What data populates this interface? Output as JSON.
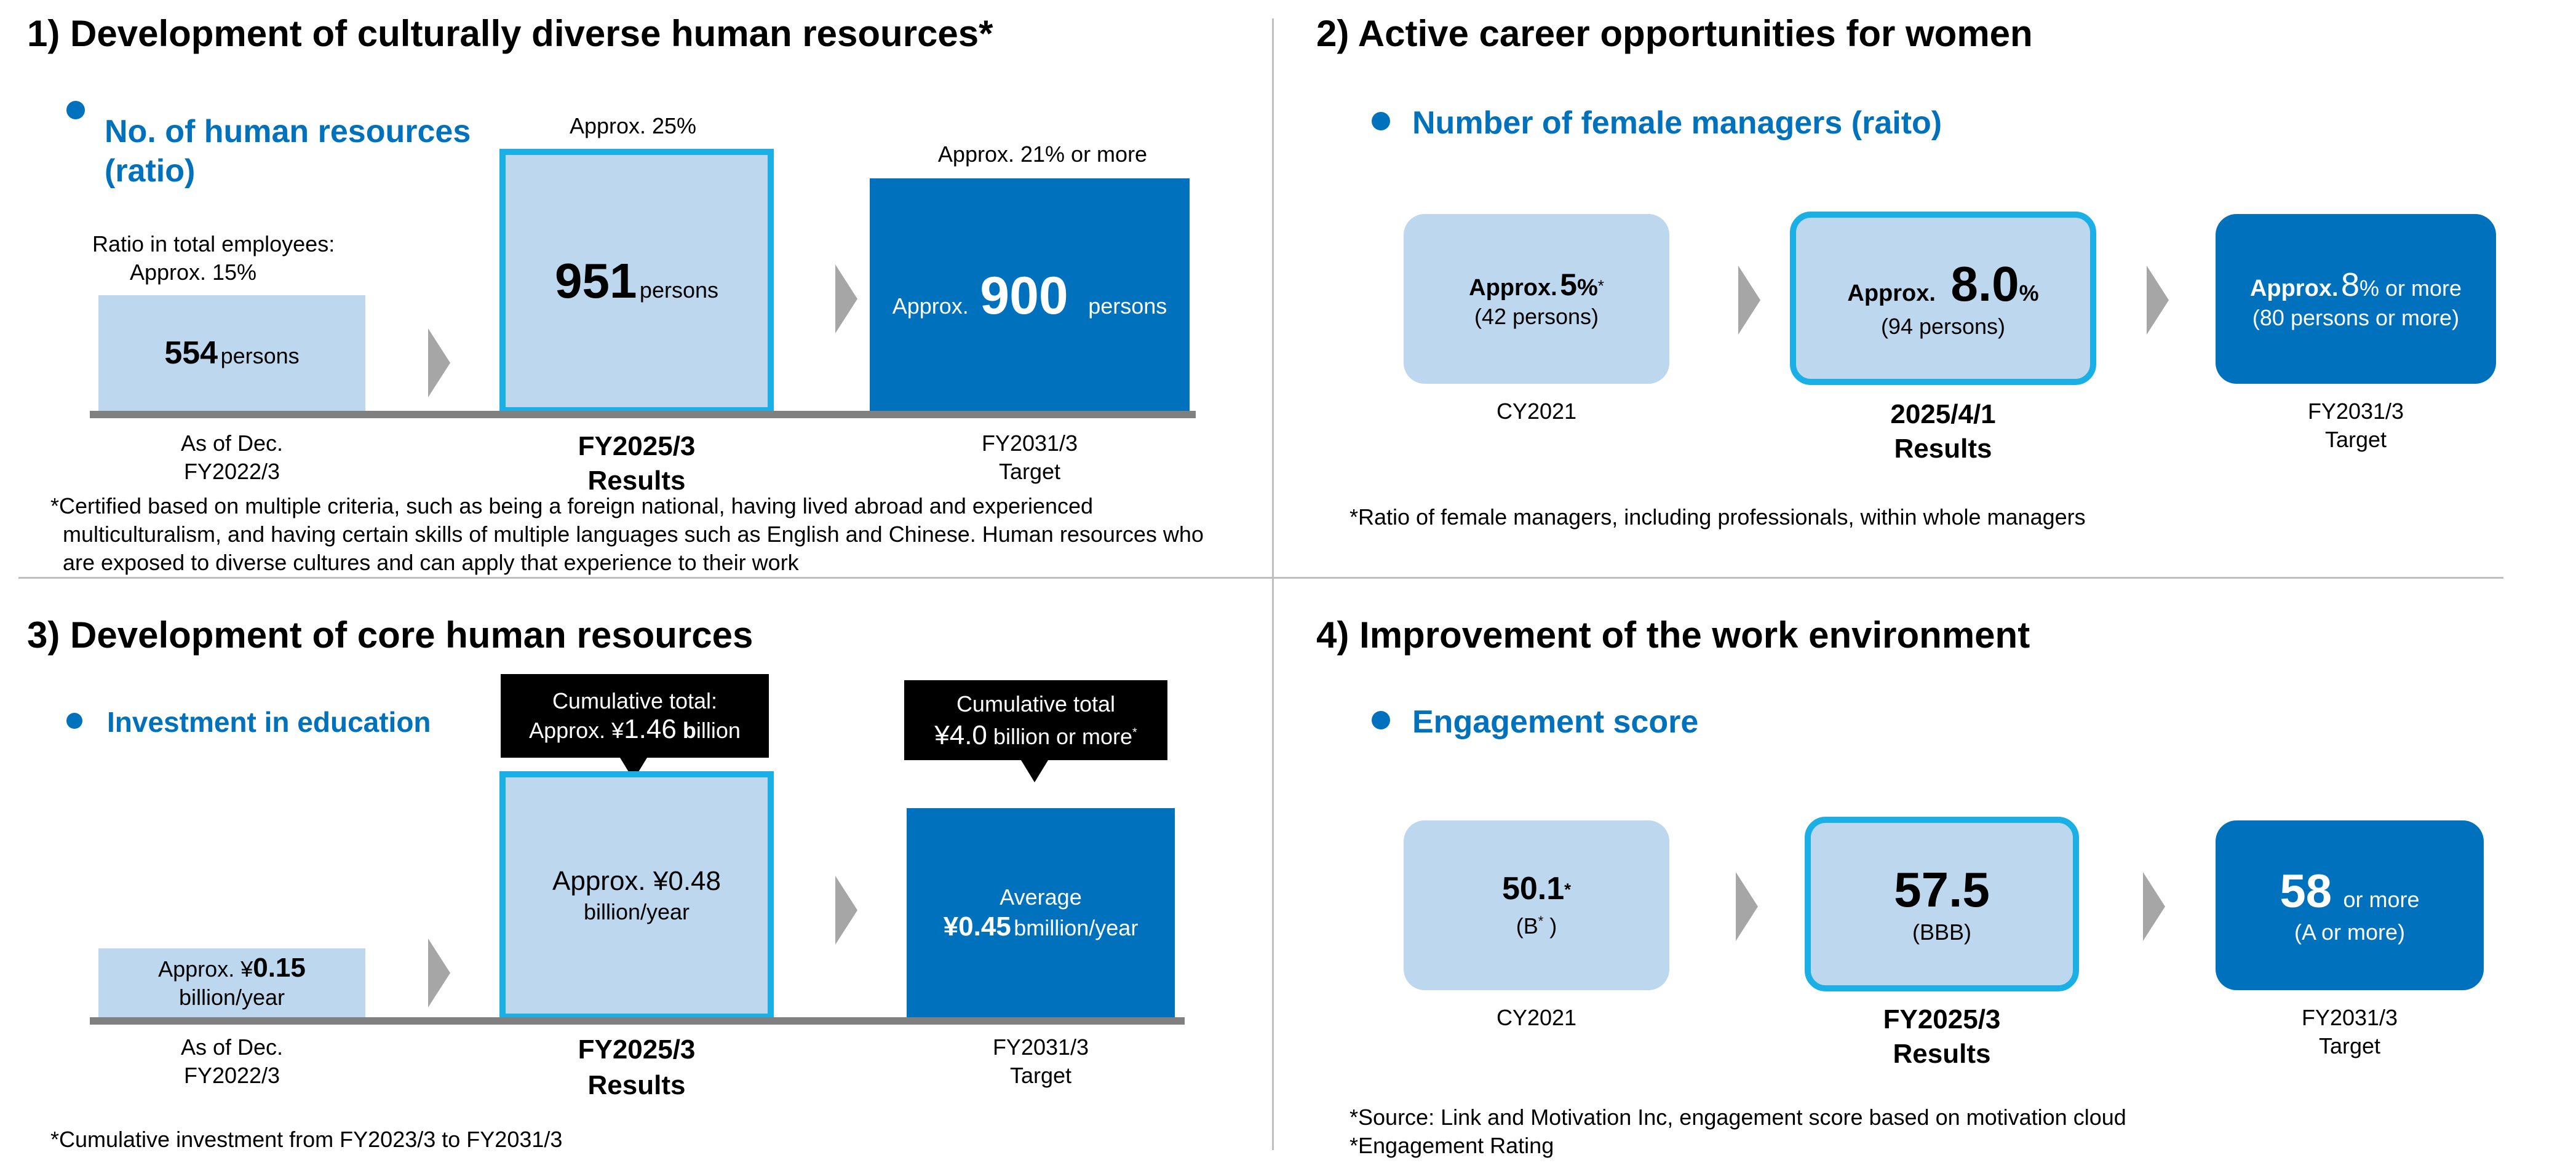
{
  "colors": {
    "accent_blue": "#0071BC",
    "light_box": "#BDD7EE",
    "highlight_border": "#1AB0E5",
    "arrow_gray": "#A6A6A6",
    "baseline_gray": "#808080"
  },
  "s1": {
    "title": "1) Development of culturally diverse human resources*",
    "subtitle_line1": "No. of human resources",
    "subtitle_line2": "(ratio)",
    "chart_data": {
      "type": "bar",
      "categories": [
        "As of Dec. FY2022/3",
        "FY2025/3 Results",
        "FY2031/3 Target"
      ],
      "values": [
        554,
        951,
        900
      ],
      "unit": "persons",
      "ratios": [
        "Approx. 15%",
        "Approx. 25%",
        "Approx. 21% or more"
      ]
    },
    "bar1": {
      "ratio_line1": "Ratio in total employees:",
      "ratio_line2": "Approx. 15%",
      "value": "554",
      "unit": "persons",
      "label_line1": "As of Dec.",
      "label_line2": "FY2022/3"
    },
    "bar2": {
      "ratio": "Approx. 25%",
      "value": "951",
      "unit": "persons",
      "label_line1": "FY2025/3",
      "label_line2": "Results"
    },
    "bar3": {
      "ratio": "Approx. 21% or more",
      "prefix": "Approx.",
      "value": "900",
      "unit": "persons",
      "label_line1": "FY2031/3",
      "label_line2": "Target"
    },
    "note_line1": "*Certified based on multiple criteria, such as being a foreign national, having lived abroad and experienced",
    "note_line2": "multiculturalism, and having certain skills of multiple languages such as English and Chinese. Human resources who",
    "note_line3": "are exposed to diverse cultures and can apply that experience to their work"
  },
  "s2": {
    "title": "2) Active career opportunities for women",
    "subtitle": "Number of female managers (raito)",
    "chart_data": {
      "type": "table",
      "categories": [
        "CY2021",
        "2025/4/1 Results",
        "FY2031/3 Target"
      ],
      "values": [
        5,
        8.0,
        8
      ],
      "unit": "%",
      "persons": [
        42,
        94,
        80
      ]
    },
    "box1": {
      "prefix": "Approx.",
      "value": "5",
      "unit": "%",
      "star": "*",
      "persons": "(42 persons)",
      "label": "CY2021"
    },
    "box2": {
      "prefix": "Approx.",
      "value": "8.0",
      "unit": "%",
      "persons": "(94 persons)",
      "label_line1": "2025/4/1",
      "label_line2": "Results"
    },
    "box3": {
      "prefix": "Approx.",
      "value": "8",
      "unit": "% or more",
      "persons": "(80 persons or more)",
      "label_line1": "FY2031/3",
      "label_line2": "Target"
    },
    "note": "*Ratio of female managers, including professionals, within whole managers"
  },
  "s3": {
    "title": "3) Development of core human resources",
    "subtitle": "Investment in education",
    "chart_data": {
      "type": "bar",
      "categories": [
        "As of Dec. FY2022/3",
        "FY2025/3 Results",
        "FY2031/3 Target"
      ],
      "values": [
        0.15,
        0.48,
        0.45
      ],
      "unit": "billion yen/year",
      "cumulative": [
        null,
        1.46,
        4.0
      ]
    },
    "bar1": {
      "prefix": "Approx. ¥",
      "value": "0.15",
      "unit": "billion/year",
      "label_line1": "As of Dec.",
      "label_line2": "FY2022/3"
    },
    "bar2": {
      "callout_line1": "Cumulative total:",
      "callout_prefix": "Approx. ¥",
      "callout_value": "1.46",
      "callout_b": "b",
      "callout_suffix": "illion",
      "text_line1": "Approx. ¥0.48",
      "text_line2": "billion/year",
      "label_line1": "FY2025/3",
      "label_line2": "Results"
    },
    "bar3": {
      "callout_line1": "Cumulative total",
      "callout_value": "¥4.0",
      "callout_suffix": "billion or more",
      "callout_star": "*",
      "text_line1": "Average",
      "value": "¥0.45",
      "unit": "bmillion/year",
      "label_line1": "FY2031/3",
      "label_line2": "Target"
    },
    "note": "*Cumulative investment from FY2023/3 to FY2031/3"
  },
  "s4": {
    "title": "4) Improvement of the work environment",
    "subtitle": "Engagement score",
    "chart_data": {
      "type": "table",
      "categories": [
        "CY2021",
        "FY2025/3 Results",
        "FY2031/3 Target"
      ],
      "values": [
        50.1,
        57.5,
        58
      ],
      "ratings": [
        "B*",
        "BBB",
        "A or more"
      ]
    },
    "box1": {
      "value": "50.1",
      "star": "*",
      "rating_open": "(B",
      "rating_star": "*",
      "rating_close": " )",
      "label": "CY2021"
    },
    "box2": {
      "value": "57.5",
      "rating": "(BBB)",
      "label_line1": "FY2025/3",
      "label_line2": "Results"
    },
    "box3": {
      "value": "58",
      "suffix": "or more",
      "rating": "(A or more)",
      "label_line1": "FY2031/3",
      "label_line2": "Target"
    },
    "note_line1": "*Source: Link and Motivation Inc, engagement score based on motivation cloud",
    "note_line2": "*Engagement Rating"
  }
}
